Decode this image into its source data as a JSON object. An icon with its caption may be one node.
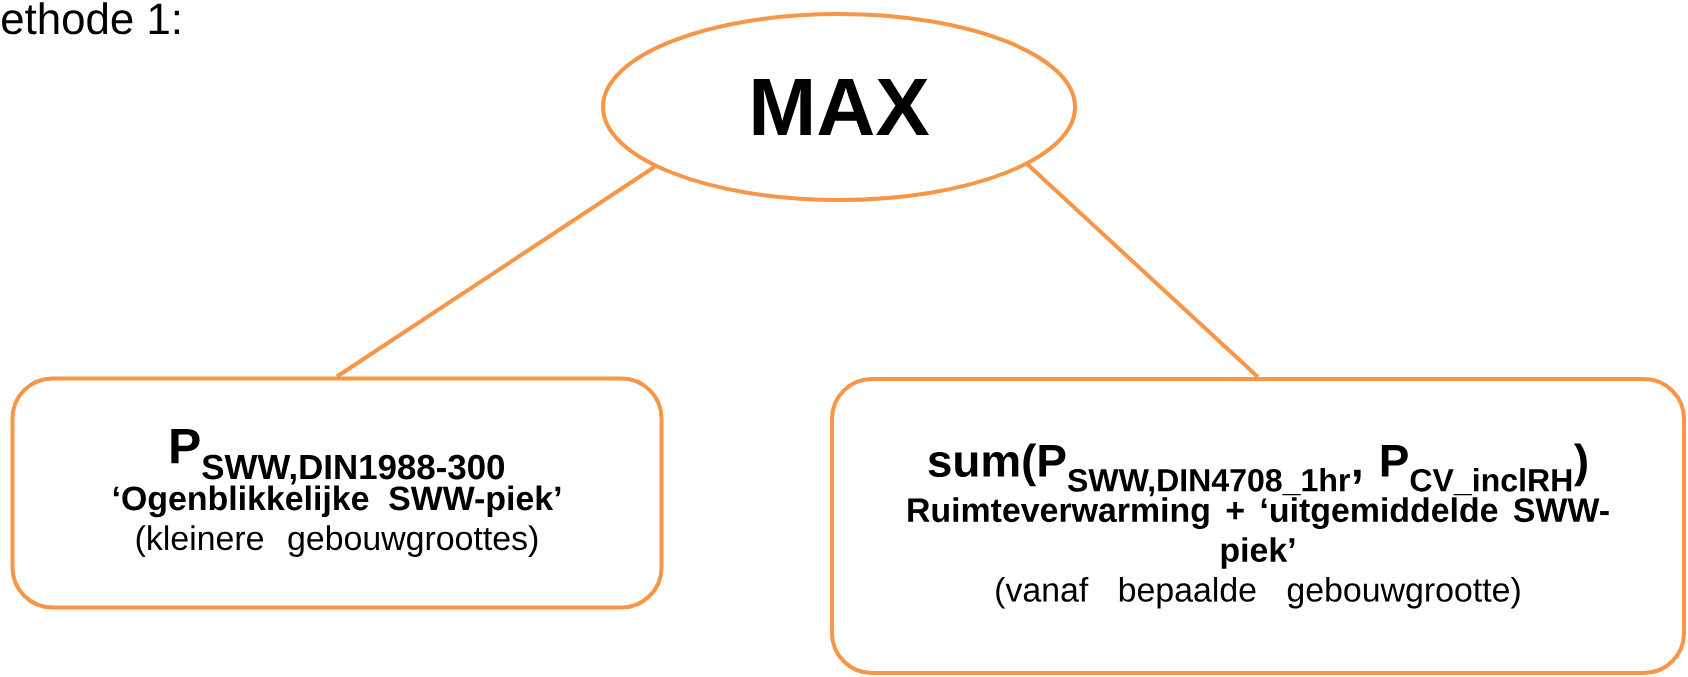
{
  "diagram": {
    "nodes": [
      {
        "text": [
          "MAX"
        ]
      },
      {
        "text": [
          "\\textbf{P}_{\\textbf{SWW,DIN1988-300}}",
          "‘Ogenblikkelijke SWW-piek’",
          "(kleinere gebouwgroottes)"
        ]
      },
      {
        "text": [
          "\\textbf{sum(P}_{\\textbf{SWW,DIN4708\\_1hr}}\\textbf{, P}_{\\textbf{CV\\_inclRH}}\\textbf{)}",
          "Ruimteverwarming + ‘uitgemiddelde SWW-piek’",
          "(vanaf bepaalde gebouwgrootte)"
        ]
      }
    ],
    "edges": [
      {
        "from": 0,
        "to": 1,
        "arrow": "none"
      },
      {
        "from": 0,
        "to": 2,
        "arrow": "none"
      }
    ],
    "labels": [
      "ethode 1:"
    ]
  }
}
